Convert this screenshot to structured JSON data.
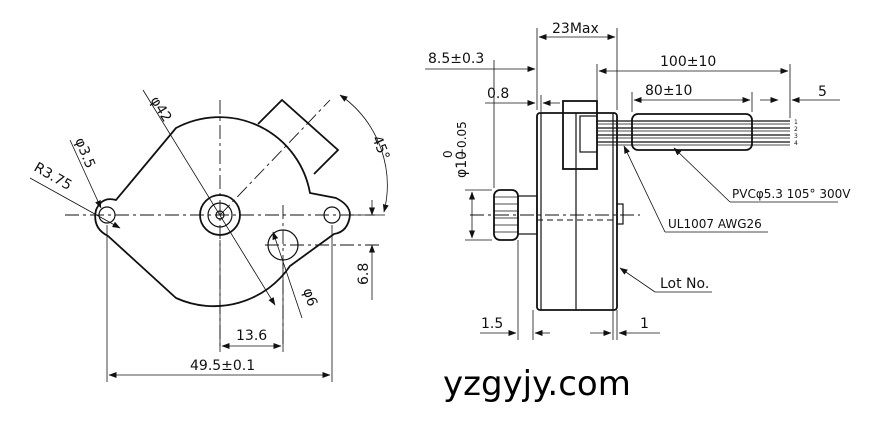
{
  "front_view": {
    "dim_mount_hole": "φ3.5",
    "dim_radius": "R3.75",
    "dim_body_dia": "φ42",
    "dim_angle": "45°",
    "dim_offset_v": "6.8",
    "dim_gear_dia": "φ6",
    "dim_offset_h": "13.6",
    "dim_hole_pitch": "49.5±0.1"
  },
  "side_view": {
    "dim_flange_pos": "8.5±0.3",
    "dim_max_len": "23Max",
    "dim_flange_thk": "0.8",
    "dim_lead_len": "100±10",
    "dim_strip_len": "80±10",
    "dim_strip_end": "5",
    "dim_shaft_dia_base": "φ10",
    "dim_shaft_tol_upper": "0",
    "dim_shaft_tol_lower": "−0.05",
    "dim_left_step": "1.5",
    "dim_right_step": "1",
    "label_sleeve": "PVCφ5.3 105° 300V",
    "label_wire": "UL1007 AWG26",
    "label_lot": "Lot No.",
    "wire_numbers": [
      "1",
      "2",
      "3",
      "4"
    ]
  },
  "watermark": "yzgyjy.com"
}
